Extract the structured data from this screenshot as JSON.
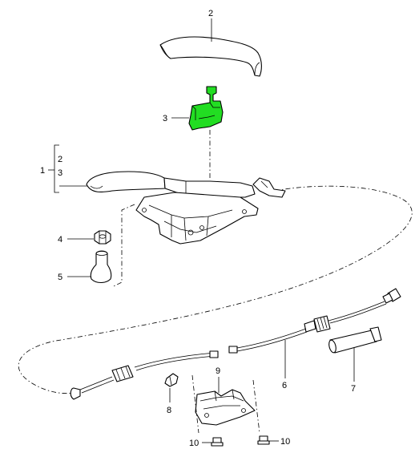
{
  "diagram": {
    "highlight_color": "#22dd22",
    "callouts": {
      "c1": "1",
      "c1_sub_a": "2",
      "c1_sub_b": "3",
      "c2": "2",
      "c3": "3",
      "c4": "4",
      "c5": "5",
      "c6": "6",
      "c7": "7",
      "c8": "8",
      "c9": "9",
      "c10a": "10",
      "c10b": "10"
    }
  }
}
